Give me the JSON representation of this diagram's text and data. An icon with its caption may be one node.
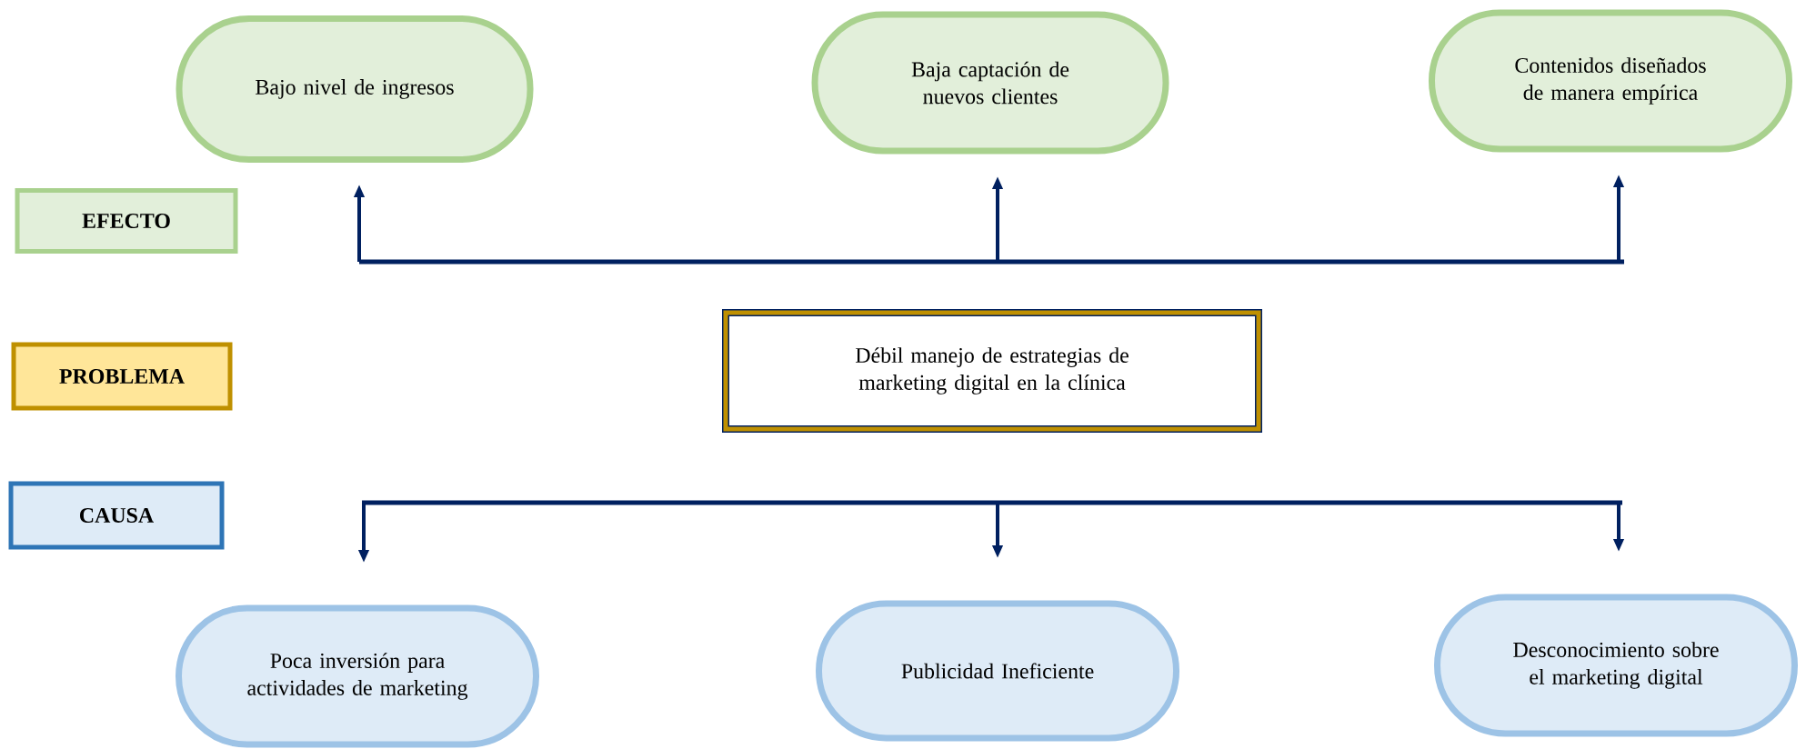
{
  "diagram": {
    "nodes": [
      {
        "text": [
          "Bajo nivel de ingresos"
        ]
      },
      {
        "text": [
          "Baja captación de nuevos clientes"
        ]
      },
      {
        "text": [
          "Contenidos diseñados de manera empírica"
        ]
      },
      {
        "text": [
          "EFECTO"
        ]
      },
      {
        "text": [
          "PROBLEMA"
        ]
      },
      {
        "text": [
          "Débil manejo de estrategias de marketing digital en la clínica"
        ]
      },
      {
        "text": [
          "CAUSA"
        ]
      },
      {
        "text": [
          "Poca inversión para actividades de marketing"
        ]
      },
      {
        "text": [
          "Publicidad Ineficiente"
        ]
      },
      {
        "text": [
          "Desconocimiento sobre el marketing digital"
        ]
      }
    ],
    "edges": [
      {
        "from": null,
        "to": 0,
        "arrow": "to"
      },
      {
        "from": null,
        "to": 1,
        "arrow": "to"
      },
      {
        "from": null,
        "to": 2,
        "arrow": "to"
      },
      {
        "from": null,
        "to": 7,
        "arrow": "to"
      },
      {
        "from": null,
        "to": 8,
        "arrow": "to"
      },
      {
        "from": null,
        "to": 9,
        "arrow": "to"
      }
    ]
  }
}
